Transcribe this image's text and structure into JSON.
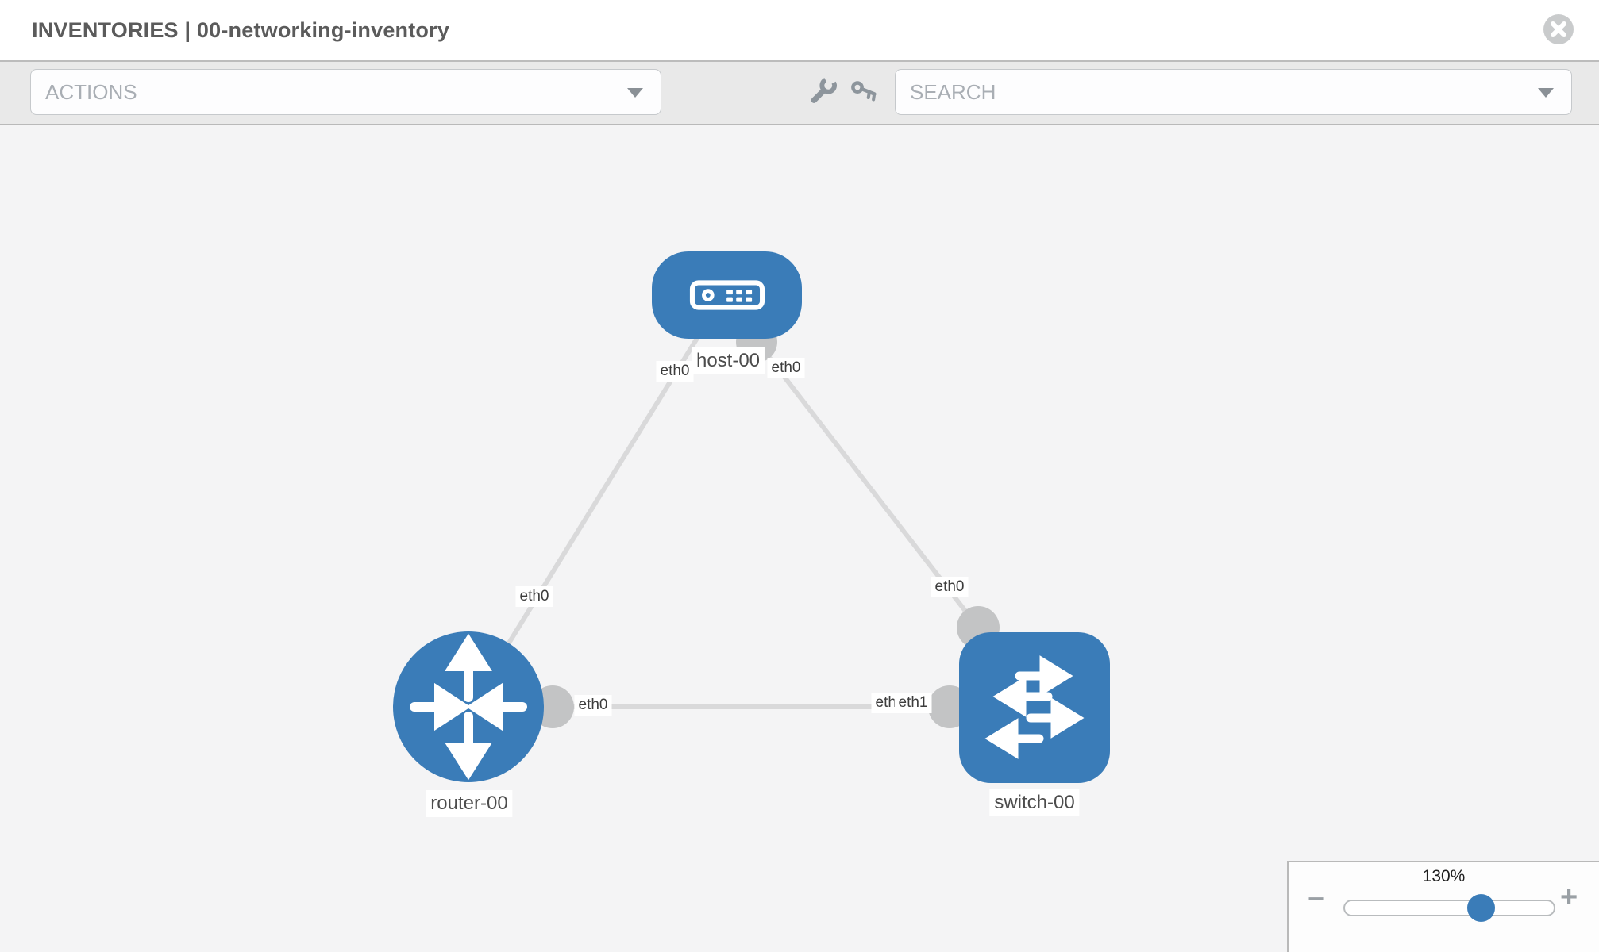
{
  "header": {
    "title": "INVENTORIES | 00-networking-inventory"
  },
  "toolbar": {
    "actions_label": "ACTIONS",
    "search_label": "SEARCH",
    "icons": [
      "wrench-icon",
      "key-icon"
    ]
  },
  "topology": {
    "nodes": [
      {
        "label": "host-00",
        "type": "host"
      },
      {
        "label": "router-00",
        "type": "router"
      },
      {
        "label": "switch-00",
        "type": "switch"
      }
    ],
    "links": [
      {
        "from": "host-00",
        "to": "router-00"
      },
      {
        "from": "host-00",
        "to": "switch-00"
      },
      {
        "from": "router-00",
        "to": "switch-00"
      }
    ],
    "interfaces": {
      "host_router_host_end": "eth0",
      "host_router_router_end": "eth0",
      "host_switch_host_end": "eth0",
      "host_switch_switch_end": "eth0",
      "router_switch_router_end": "eth0",
      "router_switch_switch_end_back": "eth0",
      "router_switch_switch_end_front": "eth1"
    }
  },
  "zoom_control": {
    "level": "130%",
    "zoom_out_label": "−",
    "zoom_in_label": "+"
  },
  "colors": {
    "node_blue": "#3a7cb8",
    "link_gray": "#d9d9da",
    "connector_gray": "#c3c4c5",
    "toolbar_gray": "#e9e9e9",
    "canvas_gray": "#f4f4f5"
  }
}
